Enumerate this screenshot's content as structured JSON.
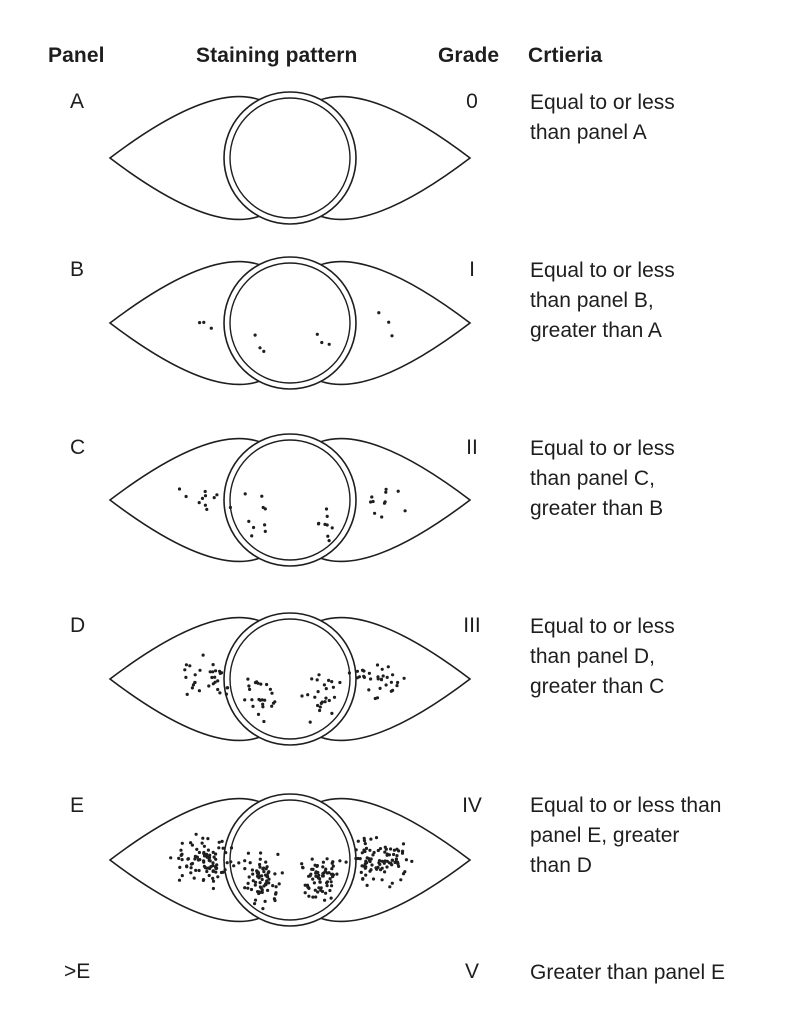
{
  "headers": {
    "panel": "Panel",
    "staining": "Staining pattern",
    "grade": "Grade",
    "criteria": "Crtieria"
  },
  "rows": [
    {
      "panel": "A",
      "grade": "0",
      "criteria": "Equal to or less\nthan panel A"
    },
    {
      "panel": "B",
      "grade": "I",
      "criteria": "Equal to or less\nthan panel B,\ngreater than A"
    },
    {
      "panel": "C",
      "grade": "II",
      "criteria": "Equal to or less\nthan panel C,\ngreater than B"
    },
    {
      "panel": "D",
      "grade": "III",
      "criteria": "Equal to or less\nthan panel D,\ngreater than C"
    },
    {
      "panel": "E",
      "grade": "IV",
      "criteria": "Equal to or less than\npanel E, greater\nthan D"
    },
    {
      "panel": ">E",
      "grade": "V",
      "criteria": "Greater than panel E"
    }
  ],
  "staining_levels": [
    0,
    1,
    2,
    3,
    4
  ],
  "colors": {
    "ink": "#1e1e1e",
    "background": "#ffffff"
  }
}
